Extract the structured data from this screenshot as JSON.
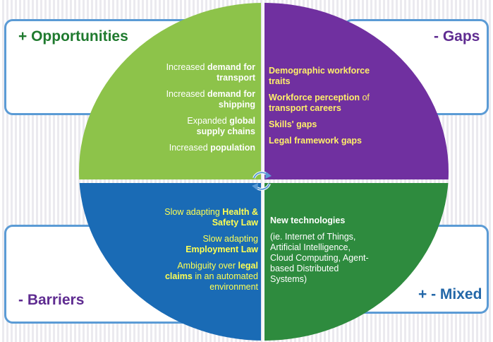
{
  "corners": {
    "opportunities": "+ Opportunities",
    "gaps": "- Gaps",
    "barriers": "- Barriers",
    "mixed": "+ - Mixed"
  },
  "colors": {
    "opportunities_quadrant": "#8dc34a",
    "gaps_quadrant": "#7030a0",
    "barriers_quadrant": "#1a6bb5",
    "mixed_quadrant": "#2e8b3e",
    "box_border": "#5b9bd5",
    "opportunities_label": "#1f7a2e",
    "gaps_label": "#5f2c91",
    "barriers_label": "#5f2c91",
    "mixed_label": "#2367a8"
  },
  "opportunities": {
    "i1_pre": "Increased ",
    "i1_b1": "demand for",
    "i1_b2": "transport",
    "i2_pre": "Increased ",
    "i2_b1": "demand for",
    "i2_b2": "shipping",
    "i3_pre": "Expanded ",
    "i3_b1": "global",
    "i3_b2": "supply chains",
    "i4_pre": "Increased ",
    "i4_b1": "population"
  },
  "gaps": {
    "i1": "Demographic workforce traits",
    "i2_b": "Workforce perception",
    "i2_n": " of",
    "i2_b2": "transport careers",
    "i3": "Skills' gaps",
    "i4": "Legal framework gaps"
  },
  "barriers": {
    "i1_pre": "Slow adapting ",
    "i1_b1": "Health &",
    "i1_b2": "Safety Law",
    "i2_pre": "Slow adapting",
    "i2_b1": "Employment Law",
    "i3_pre": "Ambiguity over ",
    "i3_b1": "legal",
    "i3_b2": "claims",
    "i3_post": " in an automated",
    "i3_post2": "environment"
  },
  "mixed": {
    "title": "New technologies",
    "l1": "(ie. Internet of Things,",
    "l2": "Artificial Intelligence,",
    "l3": "Cloud Computing, Agent-",
    "l4": "based Distributed",
    "l5": "Systems)"
  },
  "icons": {
    "center": "cycle-arrows-icon"
  }
}
